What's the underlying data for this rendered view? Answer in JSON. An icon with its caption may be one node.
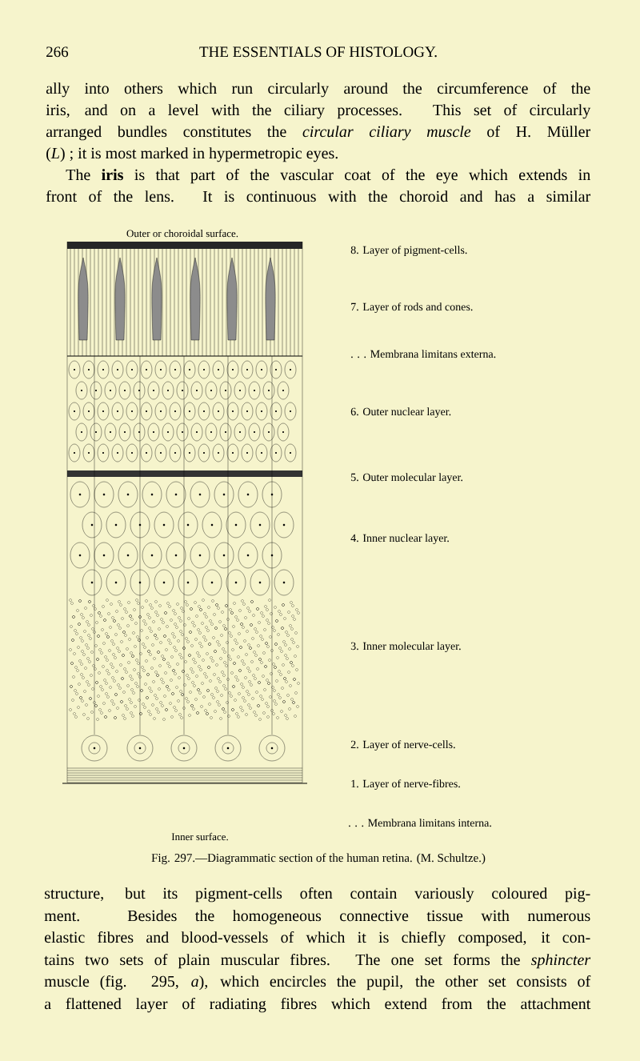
{
  "diagram": {
    "title": "THE ESSENTIALS OF HISTOLOGY.",
    "caption": "Fig. 297.—Diagrammatic section of the human retina. (M. Schultze.)",
    "labels": [
      "266",
      "ally into others which run circularly around the circumference of the",
      "iris, and on a level with the ciliary processes. This set of circularly",
      "arranged bundles constitutes the *circular ciliary muscle* of H. Müller",
      "(*L*) ; it is most marked in hypermetropic eyes.",
      "The **iris** is that part of the vascular coat of the eye which extends in",
      "front of the lens. It is continuous with the choroid and has a similar",
      "Outer or choroidal surface.",
      "8. Layer of pigment-cells.",
      "7. Layer of rods and cones.",
      ". . . Membrana limitans externa.",
      "6. Outer nuclear layer.",
      "5. Outer molecular layer.",
      "4. Inner nuclear layer.",
      "3. Inner molecular layer.",
      "2. Layer of nerve-cells.",
      "1. Layer of nerve-fibres.",
      ". . . Membrana limitans interna.",
      "Inner surface.",
      "structure, but its pigment-cells often contain variously coloured pig-",
      "ment. Besides the homogeneous connective tissue with numerous",
      "elastic fibres and blood-vessels of which it is chiefly composed, it con-",
      "tains two sets of plain muscular fibres. The one set forms the *sphincter*",
      "muscle (fig. 295, *a*), which encircles the pupil, the other set consists of",
      "a flattened layer of radiating fibres which extend from the attachment"
    ]
  }
}
